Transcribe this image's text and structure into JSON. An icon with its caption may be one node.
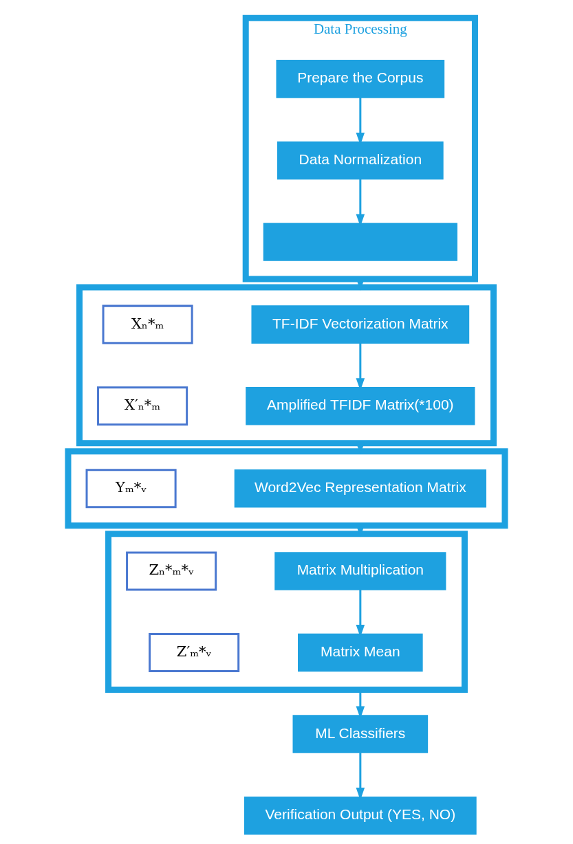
{
  "diagram": {
    "nodes": [
      {
        "text": [
          "Data Processing"
        ]
      },
      {
        "text": [
          "Prepare the Corpus"
        ],
        "in": 0
      },
      {
        "text": [
          "Data Normalization"
        ],
        "in": 0
      },
      {
        "text": [],
        "shape": "box",
        "in": 0
      },
      {
        "text": [],
        "shape": "box"
      },
      {
        "text": [
          "Xₙ*ₘ"
        ],
        "in": 4
      },
      {
        "text": [
          "TF-IDF Vectorization Matrix"
        ],
        "in": 4
      },
      {
        "text": [
          "X′ₙ*ₘ"
        ],
        "in": 4
      },
      {
        "text": [
          "Amplified TFIDF Matrix(*100)"
        ],
        "in": 4
      },
      {
        "text": [],
        "shape": "box"
      },
      {
        "text": [
          "Yₘ*ᵥ"
        ],
        "in": 9
      },
      {
        "text": [
          "Word2Vec Representation Matrix"
        ],
        "in": 9
      },
      {
        "text": [],
        "shape": "box"
      },
      {
        "text": [
          "Zₙ*ₘ*ᵥ"
        ],
        "in": 12
      },
      {
        "text": [
          "Matrix Multiplication"
        ],
        "in": 12
      },
      {
        "text": [
          "Z′ₘ*ᵥ"
        ],
        "in": 12
      },
      {
        "text": [
          "Matrix Mean"
        ],
        "in": 12
      },
      {
        "text": [
          "ML Classifiers"
        ]
      },
      {
        "text": [
          "Verification Output (YES, NO)"
        ]
      }
    ],
    "edges": [
      {
        "from": 1,
        "to": 2,
        "arrow": "to"
      },
      {
        "from": 2,
        "to": 3,
        "arrow": "to"
      },
      {
        "from": 0,
        "to": 4,
        "arrow": "to"
      },
      {
        "from": 6,
        "to": 8,
        "arrow": "to"
      },
      {
        "from": 4,
        "to": 9,
        "arrow": "to"
      },
      {
        "from": 9,
        "to": 12,
        "arrow": "to"
      },
      {
        "from": 14,
        "to": 16,
        "arrow": "to"
      },
      {
        "from": 12,
        "to": 17,
        "arrow": "to"
      },
      {
        "from": 17,
        "to": 18,
        "arrow": "to"
      }
    ]
  }
}
